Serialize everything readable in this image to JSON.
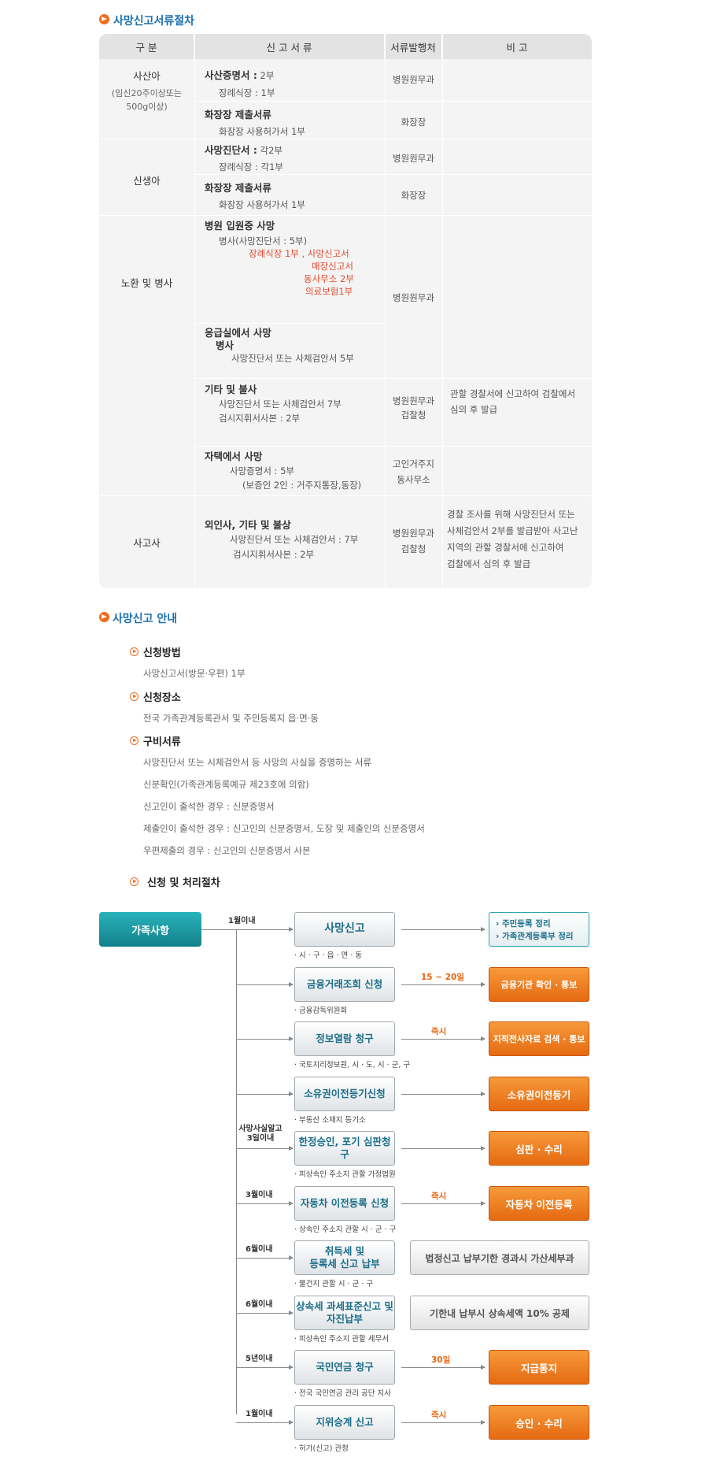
{
  "section1": {
    "title": "사망신고서류절차"
  },
  "table": {
    "headers": [
      "구 분",
      "신 고 서 류",
      "서류발행처",
      "비 고"
    ],
    "stillbirth": {
      "category": "사산아",
      "category_note": "(임신20주이상또는 500g이상)",
      "doc1_title": "사산증명서 :",
      "doc1_count": " 2부",
      "doc1_sub": "장례식장 : 1부",
      "doc1_issuer": "병원원무과",
      "doc2_title": "화장장 제출서류",
      "doc2_sub": "화장장 사용허가서 1부",
      "doc2_issuer": "화장장"
    },
    "newborn": {
      "category": "신생아",
      "doc1_title": "사망진단서 :",
      "doc1_count": " 각2부",
      "doc1_sub": "장례식장 : 각1부",
      "doc1_issuer": "병원원무과",
      "doc2_title": "화장장 제출서류",
      "doc2_sub": "화장장 사용허가서 1부",
      "doc2_issuer": "화장장"
    },
    "illness": {
      "category": "노환 및 병사",
      "hosp_title": "병원 입원중 사망",
      "hosp_line1": "병사(사망진단서 : 5부)",
      "hosp_red1": "장례식장 1부 , 사망신고서",
      "hosp_red2": "매장신고서",
      "hosp_red3": "동사무소 2부",
      "hosp_red4": "의료보험1부",
      "er_title": "응급실에서 사망",
      "er_sub": "병사",
      "er_doc": "사망진단서 또는 사체검안서 5부",
      "hosp_issuer": "병원원무과",
      "other_title": "기타 및 불사",
      "other_line1": "사망진단서 또는 사체검안서 7부",
      "other_line2": "검시지휘서사본 : 2부",
      "other_issuer1": "병원원무과",
      "other_issuer2": "검찰청",
      "other_note1": "관할 경찰서에 신고하여 검찰에서",
      "other_note2": "심의 후 발급",
      "home_title": "자택에서 사망",
      "home_line1": "사망증명서 : 5부",
      "home_line2": "(보증인 2인 :  거주지통장,동장)",
      "home_issuer1": "고인거주지",
      "home_issuer2": "동사무소"
    },
    "accident": {
      "category": "사고사",
      "title": "외인사, 기타 및 불상",
      "line1": "사망진단서 또는 사체검안서 : 7부",
      "line2": "검시지휘서사본 : 2부",
      "issuer1": "병원원무과",
      "issuer2": "검찰청",
      "note1": "경찰 조사를 위해 사망진단서 또는",
      "note2": "사체검안서 2부를 발급받아 사고난",
      "note3": "지역의 관할 경찰서에 신고하여",
      "note4": "검찰에서 심의 후 발급"
    }
  },
  "section2": {
    "title": "사망신고 안내",
    "method_title": "신청방법",
    "method_text": "사망신고서(방문·우편) 1부",
    "place_title": "신청장소",
    "place_text": "전국 가족관계등록관서 및 주민등록지 읍·면·동",
    "docs_title": "구비서류",
    "docs": [
      "사망진단서 또는 시체검안서 등 사망의 사실을 증명하는 서류",
      "신분확인(가족관계등록예규 제23호에 의함)",
      "신고인이 출석한 경우 : 신분증명서",
      "제출인이 출석한 경우 : 신고인의 신분증명서, 도장 및 제출인의 신분증명서",
      "우편제출의 경우 : 신고인의 신분증명서 사본"
    ],
    "process_title": "신청 및 처리절차"
  },
  "flow": {
    "start": "가족사항",
    "rows": [
      {
        "time": "1월이내",
        "mid": "사망신고",
        "sub": "· 시 · 구 · 읍 · 면 · 동",
        "label": "",
        "right1": "› 주민등록 정리",
        "right2": "› 가족관계등록부 정리"
      },
      {
        "time": "",
        "mid": "금융거래조회 신청",
        "sub": "· 금융감독위원회",
        "label": "15 ~ 20일",
        "right": "금융기관 확인 · 통보"
      },
      {
        "time": "",
        "mid": "정보열람 청구",
        "sub": "· 국토지리정보원, 시 · 도, 시 · 군, 구",
        "label": "즉시",
        "right": "지적전사자료 검색 · 통보"
      },
      {
        "time": "",
        "mid": "소유권이전등기신청",
        "sub": "· 부동산 소재지 등기소",
        "label": "",
        "right": "소유권이전등기"
      },
      {
        "time": "사망사실알고 3일이내",
        "time1": "사망사실알고",
        "time2": "3일이내",
        "mid": "한정승인, 포기 심판청구",
        "sub": "· 피상속인 주소지 관할 가정법원",
        "label": "",
        "right": "심판 · 수리"
      },
      {
        "time": "3월이내",
        "mid": "자동차 이전등록 신청",
        "sub": "· 상속인 주소지 관할 시 · 군 · 구",
        "label": "즉시",
        "right": "자동차 이전등록"
      },
      {
        "time": "6월이내",
        "mid1": "취득세 및",
        "mid2": "등록세 신고 납부",
        "sub": "· 물건지 관할 시 · 군 · 구",
        "label": "",
        "right": "법정신고 납부기한 경과시 가산세부과"
      },
      {
        "time": "6월이내",
        "mid1": "상속세 과세표준신고 및",
        "mid2": "자진납부",
        "sub": "· 피상속인 주소지 관할 세무서",
        "label": "",
        "right": "기한내 납부시 상속세액 10% 공제"
      },
      {
        "time": "5년이내",
        "mid": "국민연금 청구",
        "sub": "· 전국 국민연금 관리 공단 지사",
        "label": "30일",
        "right": "지급통지"
      },
      {
        "time": "1월이내",
        "mid": "지위승계 신고",
        "sub": "· 허가(신고) 관청",
        "label": "즉시",
        "right": "승인 · 수리"
      }
    ]
  }
}
